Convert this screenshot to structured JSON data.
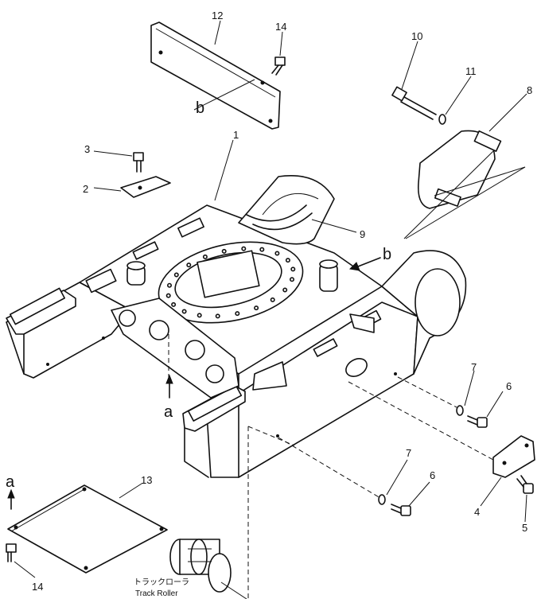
{
  "parts": [
    {
      "id": "p1",
      "number": "1"
    },
    {
      "id": "p2",
      "number": "2"
    },
    {
      "id": "p3",
      "number": "3"
    },
    {
      "id": "p4",
      "number": "4"
    },
    {
      "id": "p5",
      "number": "5"
    },
    {
      "id": "p6a",
      "number": "6"
    },
    {
      "id": "p6b",
      "number": "6"
    },
    {
      "id": "p7a",
      "number": "7"
    },
    {
      "id": "p7b",
      "number": "7"
    },
    {
      "id": "p8",
      "number": "8"
    },
    {
      "id": "p9",
      "number": "9"
    },
    {
      "id": "p10",
      "number": "10"
    },
    {
      "id": "p11",
      "number": "11"
    },
    {
      "id": "p12",
      "number": "12"
    },
    {
      "id": "p13",
      "number": "13"
    },
    {
      "id": "p14a",
      "number": "14"
    },
    {
      "id": "p14b",
      "number": "14"
    }
  ],
  "view_refs": {
    "b_top": "b",
    "b_right": "b",
    "a_center": "a",
    "a_left": "a"
  },
  "track_roller": {
    "jp": "トラックローラ",
    "en": "Track Roller"
  }
}
